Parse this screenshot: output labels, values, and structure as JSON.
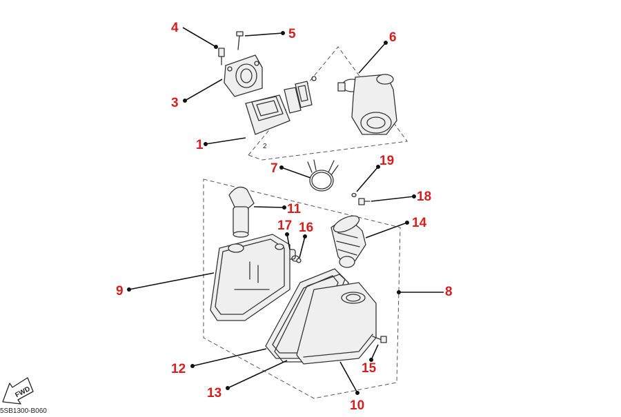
{
  "diagram": {
    "callouts": [
      "1",
      "2",
      "3",
      "4",
      "5",
      "6",
      "7",
      "8",
      "9",
      "10",
      "11",
      "12",
      "13",
      "14",
      "15",
      "16",
      "17",
      "18",
      "19"
    ],
    "inline_label": "2",
    "drawing_code": "5SB1300-B060",
    "fwd_label": "FWD",
    "colors": {
      "callout": "#d91c1c",
      "line": "#333333",
      "background": "#ffffff"
    }
  }
}
